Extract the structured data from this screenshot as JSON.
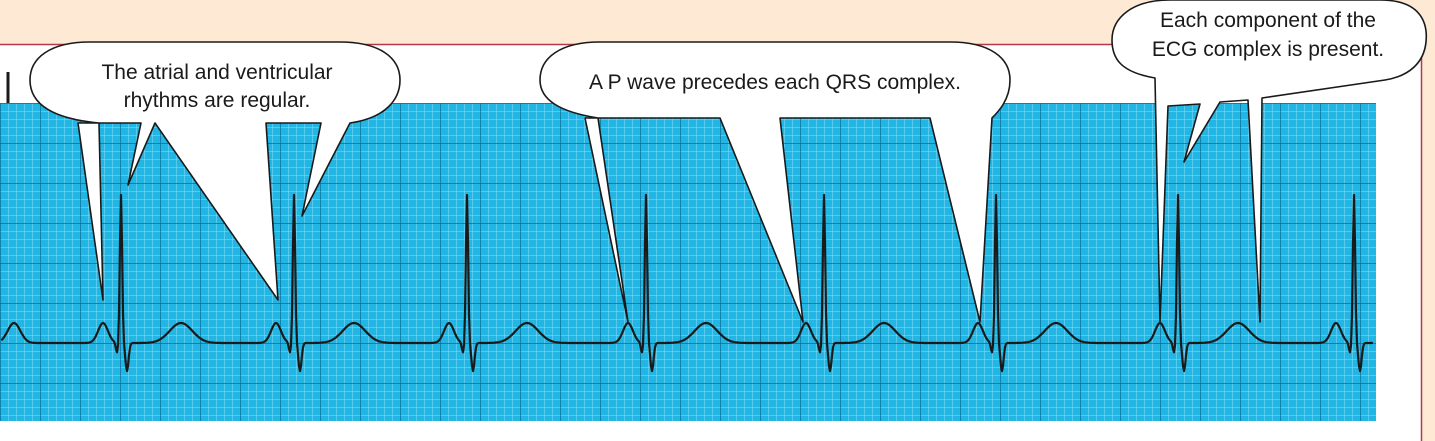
{
  "colors": {
    "page_background": "#fde9d4",
    "panel_background": "#ffffff",
    "grid_background": "#21b6e4",
    "grid_minor": "#8fdcf3",
    "grid_major": "#0c6a94",
    "panel_border": "#b33a4a",
    "trace": "#1a1a1a"
  },
  "callouts": [
    {
      "id": "regular-rhythms",
      "lines": [
        "The atrial and ventricular",
        "rhythms are regular."
      ]
    },
    {
      "id": "p-wave-precedes-qrs",
      "lines": [
        "A P wave precedes each QRS complex."
      ]
    },
    {
      "id": "components-present",
      "lines": [
        "Each component of the",
        "ECG complex is present."
      ]
    }
  ]
}
